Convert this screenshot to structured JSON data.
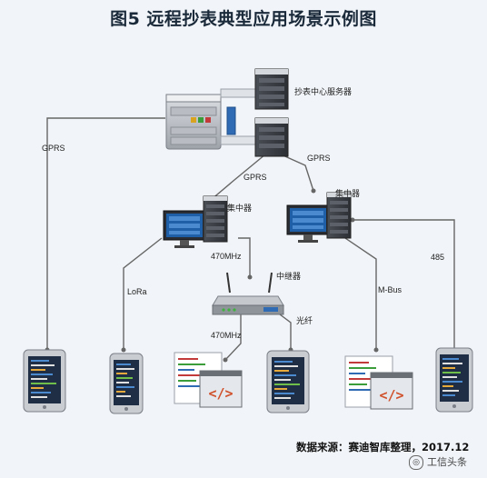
{
  "title": "图5 远程抄表典型应用场景示例图",
  "source": "数据来源：赛迪智库整理，2017.12",
  "watermark": "工信头条",
  "labels": {
    "server": "抄表中心服务器",
    "gprs_left": "GPRS",
    "gprs_mid": "GPRS",
    "gprs_right": "GPRS",
    "concentrator_left": "集中器",
    "concentrator_right": "集中器",
    "mhz_upper": "470MHz",
    "mhz_lower": "470MHz",
    "repeater": "中继器",
    "lora": "LoRa",
    "fiber": "光纤",
    "mbus": "M-Bus",
    "n485": "485"
  },
  "colors": {
    "line": "#666666",
    "metal_light": "#c9ccd1",
    "metal_dark": "#8c9097",
    "screen_blue": "#1f5fa8",
    "pipe_blue": "#2f6bb5"
  },
  "icons": {
    "server_stack": "server-icon",
    "concentrator": "monitor-server-icon",
    "repeater": "router-icon",
    "meter_phone": "tablet-meter-icon",
    "code_window": "code-window-icon"
  }
}
